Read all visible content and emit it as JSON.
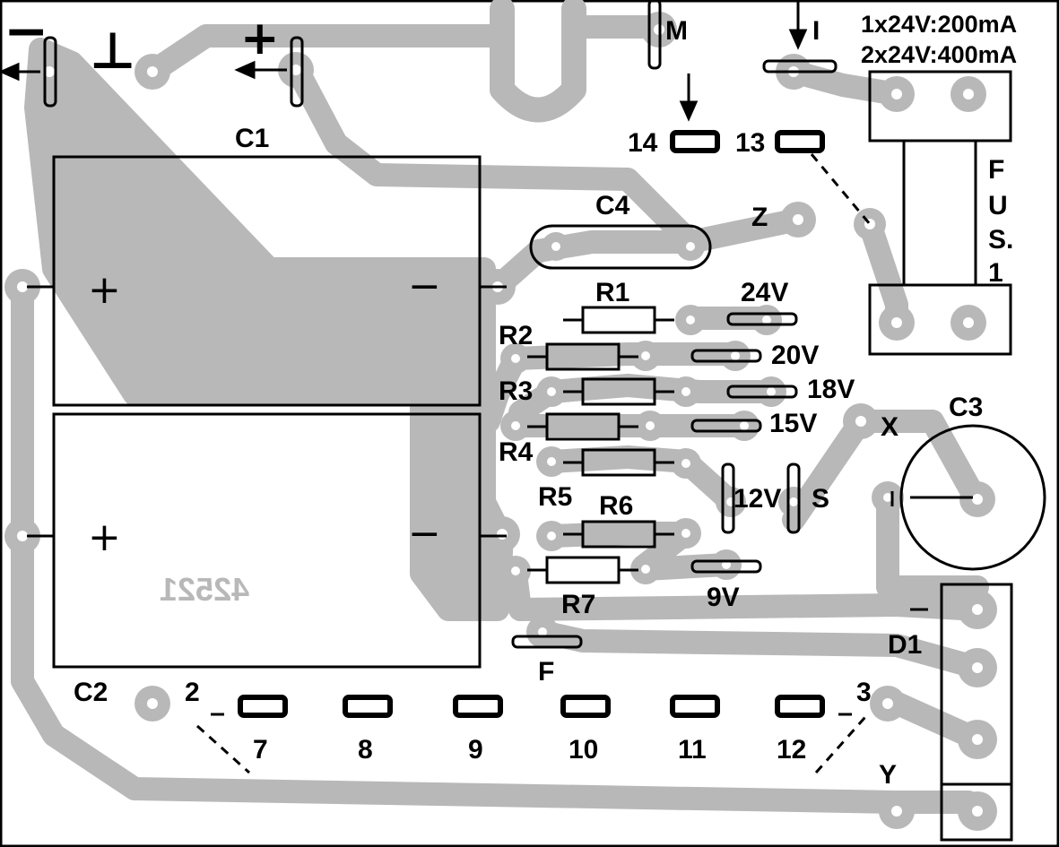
{
  "colors": {
    "copper": "#b8b8b8",
    "outline": "#000000",
    "background": "#ffffff"
  },
  "corner_polarity": {
    "minus": "−",
    "ground": "⊥",
    "plus": "+"
  },
  "labels": {
    "m": "M",
    "i": "I",
    "rating1": "1x24V:200mA",
    "rating2": "2x24V:400mA",
    "pin14": "14",
    "pin13": "13",
    "c1": "C1",
    "c2": "C2",
    "c3": "C3",
    "c4": "C4",
    "z": "Z",
    "x": "X",
    "s": "S",
    "y": "Y",
    "f": "F",
    "d1": "D1",
    "fus": [
      "F",
      "U",
      "S.",
      "1"
    ],
    "r1": "R1",
    "r2": "R2",
    "r3": "R3",
    "r4": "R4",
    "r5": "R5",
    "r6": "R6",
    "r7": "R7",
    "v24": "24V",
    "v20": "20V",
    "v18": "18V",
    "v15": "15V",
    "v12": "12V",
    "v9": "9V",
    "p2": "2",
    "p3": "3",
    "p7": "7",
    "p8": "8",
    "p9": "9",
    "p10": "10",
    "p11": "11",
    "p12": "12",
    "mirror_number": "42521"
  },
  "capacitor_signs": {
    "plus": "+",
    "minus": "−"
  }
}
